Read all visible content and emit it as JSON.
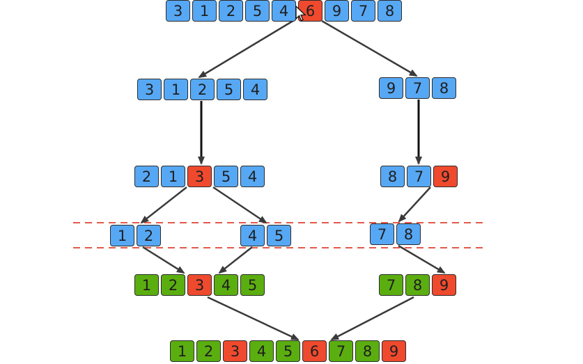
{
  "colors": {
    "blue": "#57a8f4",
    "red": "#ef4a2e",
    "green": "#5bae10",
    "dash": "#e2584a"
  },
  "rows": {
    "top": [
      {
        "v": "3",
        "c": "blue"
      },
      {
        "v": "1",
        "c": "blue"
      },
      {
        "v": "2",
        "c": "blue"
      },
      {
        "v": "5",
        "c": "blue"
      },
      {
        "v": "4",
        "c": "blue"
      },
      {
        "v": "6",
        "c": "red"
      },
      {
        "v": "9",
        "c": "blue"
      },
      {
        "v": "7",
        "c": "blue"
      },
      {
        "v": "8",
        "c": "blue"
      }
    ],
    "left_split": [
      {
        "v": "3",
        "c": "blue"
      },
      {
        "v": "1",
        "c": "blue"
      },
      {
        "v": "2",
        "c": "blue"
      },
      {
        "v": "5",
        "c": "blue"
      },
      {
        "v": "4",
        "c": "blue"
      }
    ],
    "right_split": [
      {
        "v": "9",
        "c": "blue"
      },
      {
        "v": "7",
        "c": "blue"
      },
      {
        "v": "8",
        "c": "blue"
      }
    ],
    "left_pivot": [
      {
        "v": "2",
        "c": "blue"
      },
      {
        "v": "1",
        "c": "blue"
      },
      {
        "v": "3",
        "c": "red"
      },
      {
        "v": "5",
        "c": "blue"
      },
      {
        "v": "4",
        "c": "blue"
      }
    ],
    "right_pivot": [
      {
        "v": "8",
        "c": "blue"
      },
      {
        "v": "7",
        "c": "blue"
      },
      {
        "v": "9",
        "c": "red"
      }
    ],
    "ll": [
      {
        "v": "1",
        "c": "blue"
      },
      {
        "v": "2",
        "c": "blue"
      }
    ],
    "lr": [
      {
        "v": "4",
        "c": "blue"
      },
      {
        "v": "5",
        "c": "blue"
      }
    ],
    "rl": [
      {
        "v": "7",
        "c": "blue"
      },
      {
        "v": "8",
        "c": "blue"
      }
    ],
    "left_merged": [
      {
        "v": "1",
        "c": "green"
      },
      {
        "v": "2",
        "c": "green"
      },
      {
        "v": "3",
        "c": "red"
      },
      {
        "v": "4",
        "c": "green"
      },
      {
        "v": "5",
        "c": "green"
      }
    ],
    "right_merged": [
      {
        "v": "7",
        "c": "green"
      },
      {
        "v": "8",
        "c": "green"
      },
      {
        "v": "9",
        "c": "red"
      }
    ],
    "final": [
      {
        "v": "1",
        "c": "green"
      },
      {
        "v": "2",
        "c": "green"
      },
      {
        "v": "3",
        "c": "red"
      },
      {
        "v": "4",
        "c": "green"
      },
      {
        "v": "5",
        "c": "green"
      },
      {
        "v": "6",
        "c": "red"
      },
      {
        "v": "7",
        "c": "green"
      },
      {
        "v": "8",
        "c": "green"
      },
      {
        "v": "9",
        "c": "red"
      }
    ]
  }
}
